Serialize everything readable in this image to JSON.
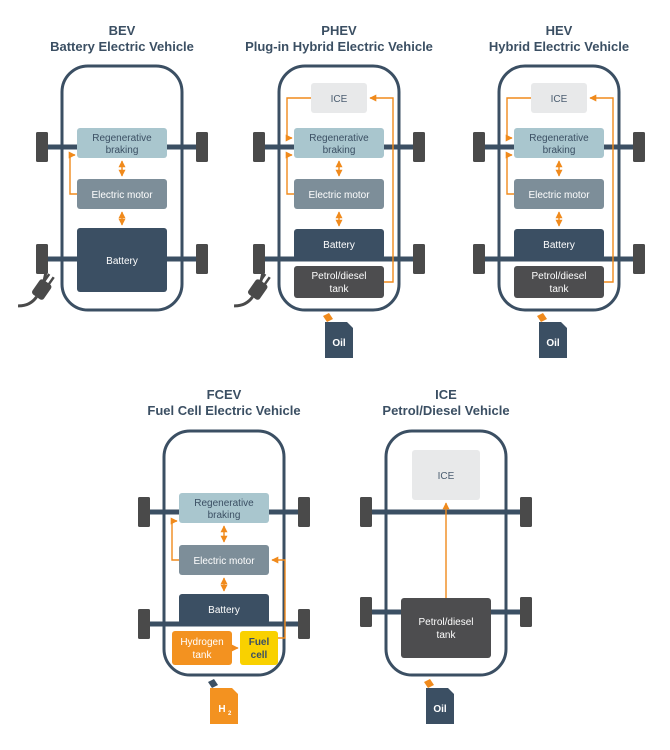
{
  "colors": {
    "outline": "#3b4f63",
    "arrow": "#f08a1c",
    "regen": "#a9c6ce",
    "motor": "#7d8e99",
    "battery": "#3b4f63",
    "tank": "#4d4d4f",
    "ice": "#e8e9ea",
    "hydrogen": "#f39220",
    "fuelcell": "#f9d100",
    "wheel": "#4a4a4a"
  },
  "vehicles": {
    "bev": {
      "abbr": "BEV",
      "name": "Battery Electric Vehicle",
      "regen": [
        "Regenerative",
        "braking"
      ],
      "motor": "Electric motor",
      "battery": "Battery",
      "plug_icon": "plug-icon"
    },
    "phev": {
      "abbr": "PHEV",
      "name": "Plug-in Hybrid Electric Vehicle",
      "ice": "ICE",
      "regen": [
        "Regenerative",
        "braking"
      ],
      "motor": "Electric motor",
      "battery": "Battery",
      "tank": [
        "Petrol/diesel",
        "tank"
      ],
      "can_label": "Oil",
      "plug_icon": "plug-icon"
    },
    "hev": {
      "abbr": "HEV",
      "name": "Hybrid Electric Vehicle",
      "ice": "ICE",
      "regen": [
        "Regenerative",
        "braking"
      ],
      "motor": "Electric motor",
      "battery": "Battery",
      "tank": [
        "Petrol/diesel",
        "tank"
      ],
      "can_label": "Oil"
    },
    "fcev": {
      "abbr": "FCEV",
      "name": "Fuel Cell Electric Vehicle",
      "regen": [
        "Regenerative",
        "braking"
      ],
      "motor": "Electric motor",
      "battery": "Battery",
      "hydrogen": [
        "Hydrogen",
        "tank"
      ],
      "fuelcell": [
        "Fuel",
        "cell"
      ],
      "can_label": "H",
      "can_sub": "2"
    },
    "ice": {
      "abbr": "ICE",
      "name": "Petrol/Diesel Vehicle",
      "ice": "ICE",
      "tank": [
        "Petrol/diesel",
        "tank"
      ],
      "can_label": "Oil"
    }
  }
}
